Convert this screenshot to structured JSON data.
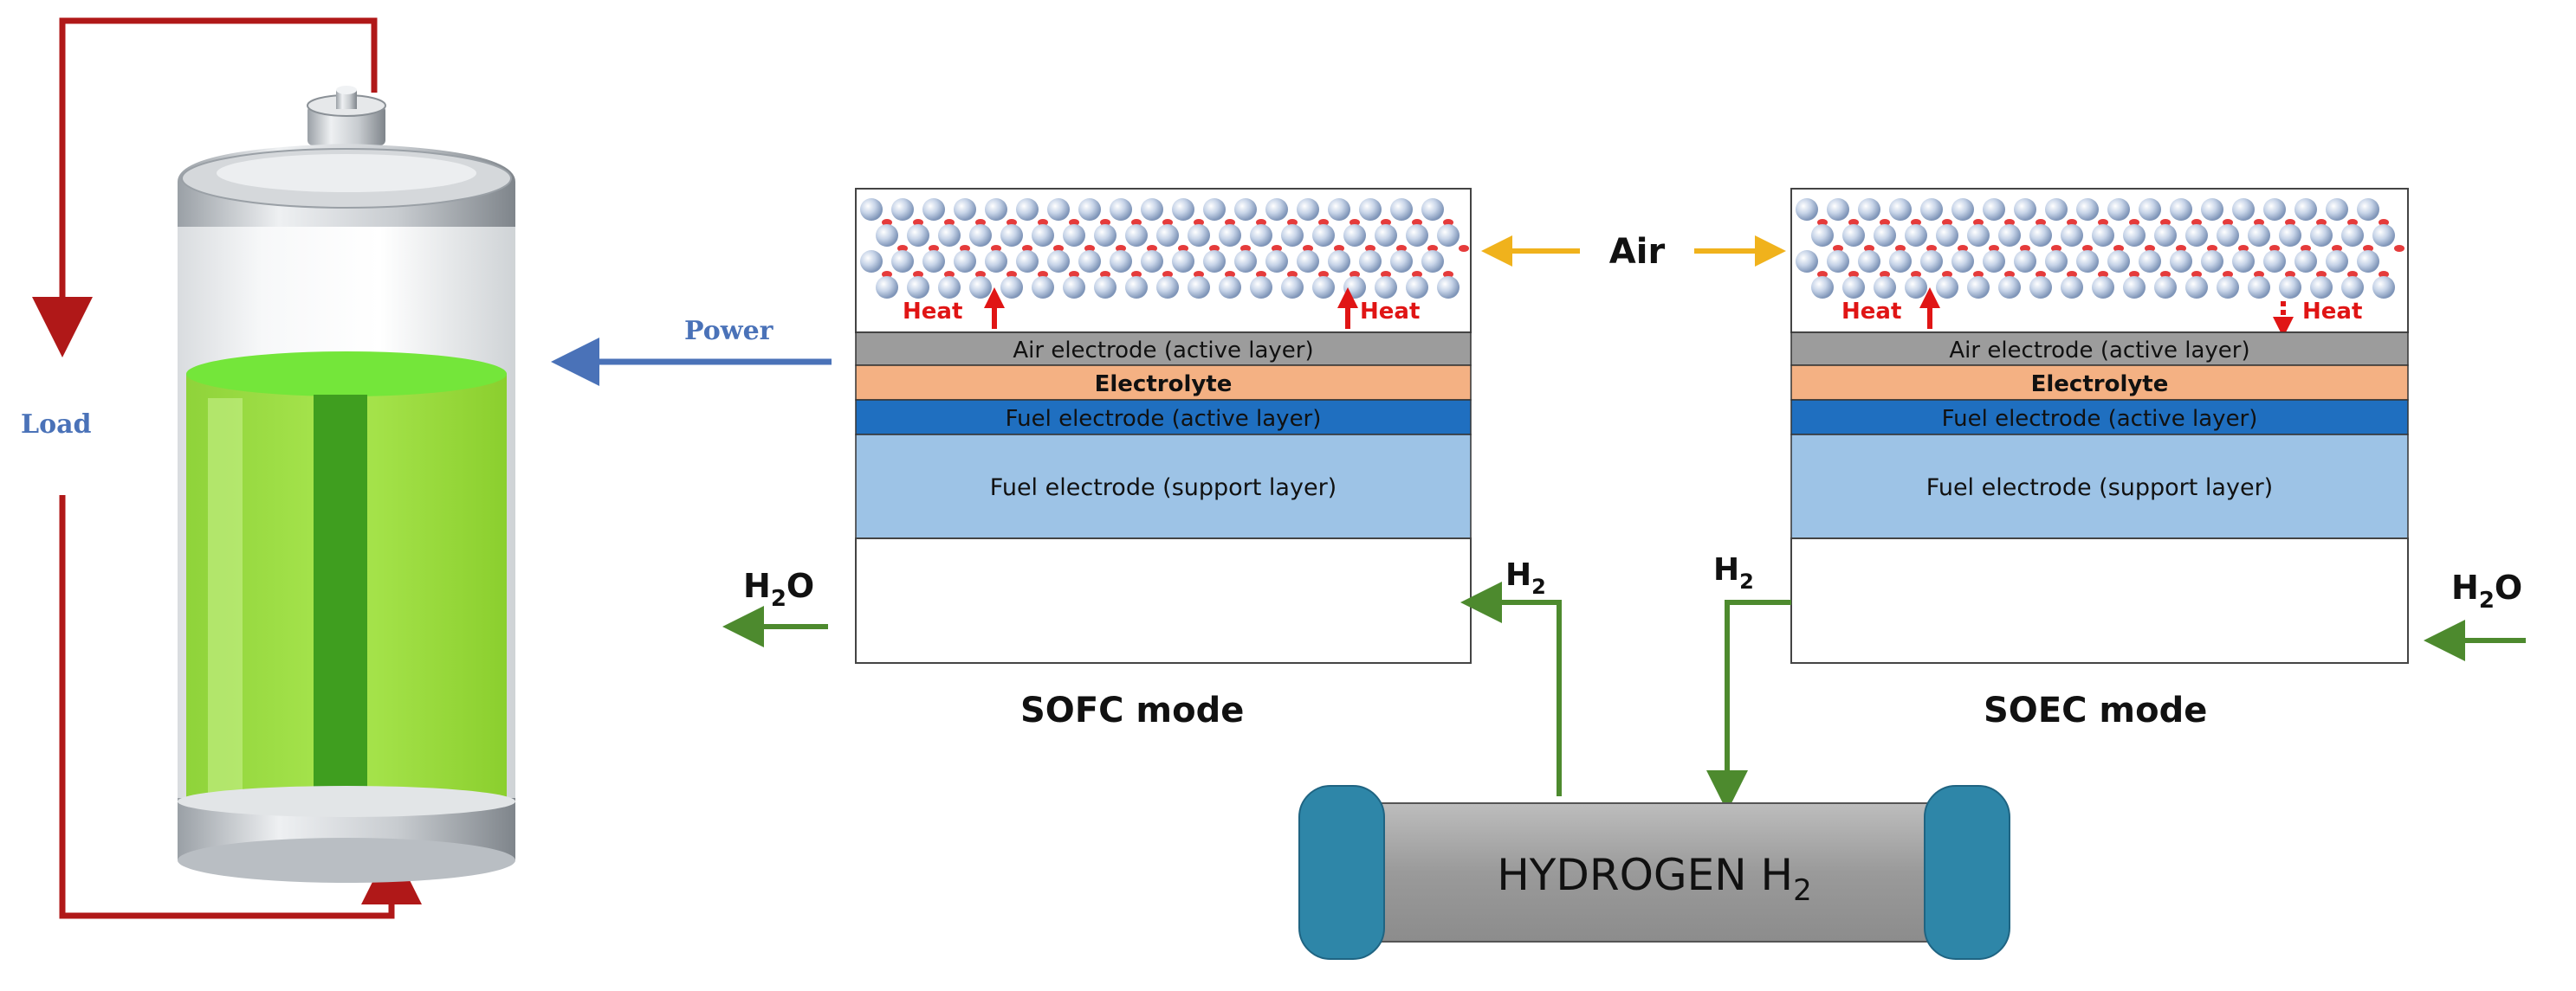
{
  "battery": {
    "load_label": "Load",
    "power_label": "Power"
  },
  "air_label": "Air",
  "sofc": {
    "heat_left": "Heat",
    "heat_right": "Heat",
    "layers": {
      "air_electrode": "Air electrode (active layer)",
      "electrolyte": "Electrolyte",
      "fuel_active": "Fuel electrode (active layer)",
      "fuel_support": "Fuel electrode (support layer)"
    },
    "water_label": "H",
    "water_sub": "2",
    "water_tail": "O",
    "h2_label": "H",
    "h2_sub": "2",
    "mode_label": "SOFC mode"
  },
  "soec": {
    "heat_left": "Heat",
    "heat_right": "Heat",
    "layers": {
      "air_electrode": "Air electrode (active layer)",
      "electrolyte": "Electrolyte",
      "fuel_active": "Fuel electrode (active layer)",
      "fuel_support": "Fuel electrode (support layer)"
    },
    "h2_label": "H",
    "h2_sub": "2",
    "water_label": "H",
    "water_sub": "2",
    "water_tail": "O",
    "mode_label": "SOEC mode"
  },
  "tank": {
    "label": "HYDROGEN H",
    "label_sub": "2"
  },
  "colors": {
    "load_wire": "#b01818",
    "power_arrow": "#4a72b8",
    "air_arrow": "#f0b21c",
    "heat": "#e01515",
    "green_arrow": "#4d8a2e",
    "air_layer": "#9c9c9c",
    "electrolyte": "#f4b183",
    "fuel_active": "#1f6fc0",
    "fuel_support": "#9dc3e6",
    "tank_body": "#9e9e9e",
    "tank_cap": "#2e86a8"
  }
}
